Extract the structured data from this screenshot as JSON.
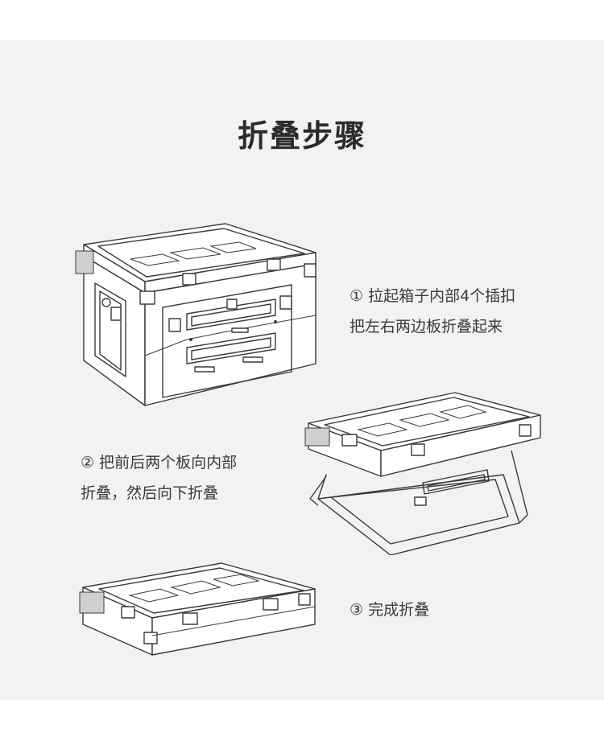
{
  "title": "折叠步骤",
  "steps": [
    {
      "lines": [
        "① 拉起箱子内部4个插扣",
        "把左右两边板折叠起来"
      ],
      "illustration": "box-open-icon"
    },
    {
      "lines": [
        "② 把前后两个板向内部",
        "折叠，然后向下折叠"
      ],
      "illustration": "box-half-folded-icon"
    },
    {
      "lines": [
        "③ 完成折叠"
      ],
      "illustration": "box-folded-icon"
    }
  ],
  "colors": {
    "background": "#f2f2f2",
    "line": "#3a3a3a",
    "text": "#3a3a3a"
  }
}
